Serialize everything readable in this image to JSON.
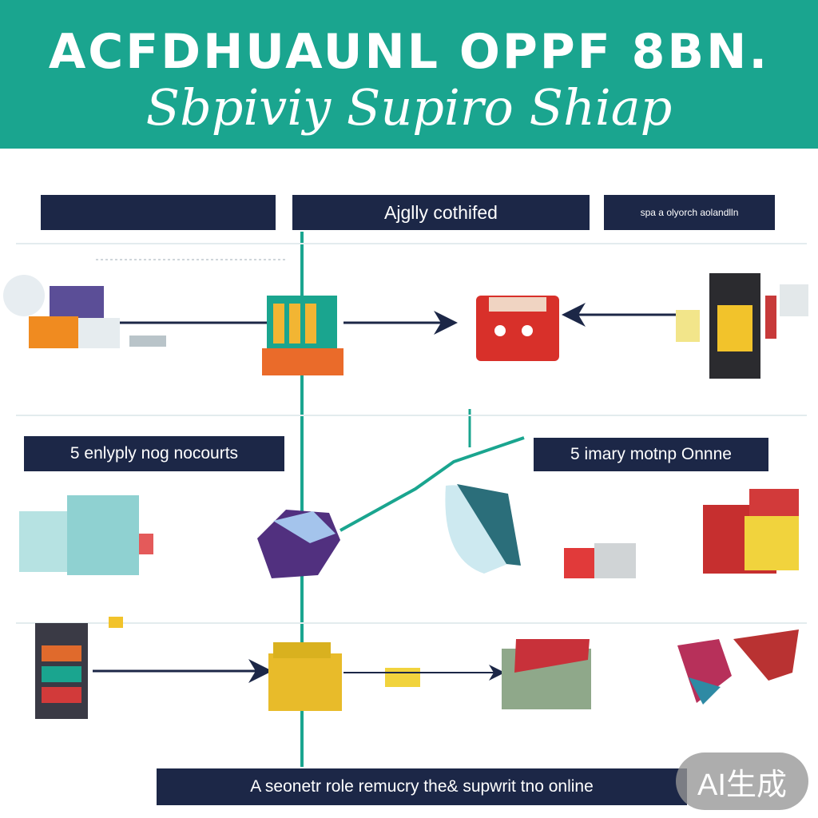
{
  "header": {
    "title_line1": "ACFDHUAUNL OPPF 8BN.",
    "title_line2": "Sbpiviy Supiro Shiap"
  },
  "labels": {
    "top_left": "",
    "top_center": "Ajglly cothifed",
    "top_right": "spa a olyorch aolandlln",
    "mid_left": "5 enlyply nog nocourts",
    "mid_right": "5 imary motnp Onnne",
    "bottom": "A seonetr role remucry the& supwrit tno online"
  },
  "badge": "AI生成",
  "colors": {
    "header": "#1aa58f",
    "label_bg": "#1c2747",
    "accent_teal": "#1aa58f"
  }
}
